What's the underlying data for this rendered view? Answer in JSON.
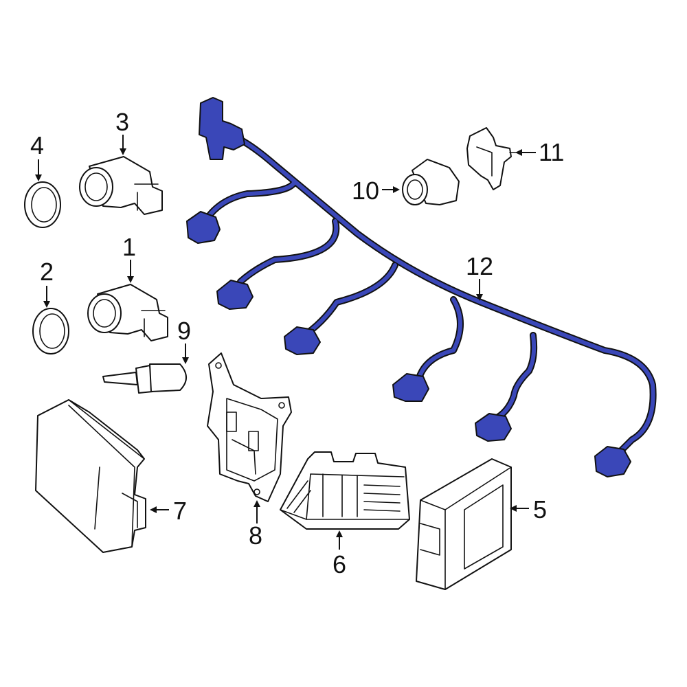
{
  "colors": {
    "highlight": "#3a47b8",
    "line": "#111111",
    "background": "#ffffff"
  },
  "callouts": {
    "c1": "1",
    "c2": "2",
    "c3": "3",
    "c4": "4",
    "c5": "5",
    "c6": "6",
    "c7": "7",
    "c8": "8",
    "c9": "9",
    "c10": "10",
    "c11": "11",
    "c12": "12"
  }
}
